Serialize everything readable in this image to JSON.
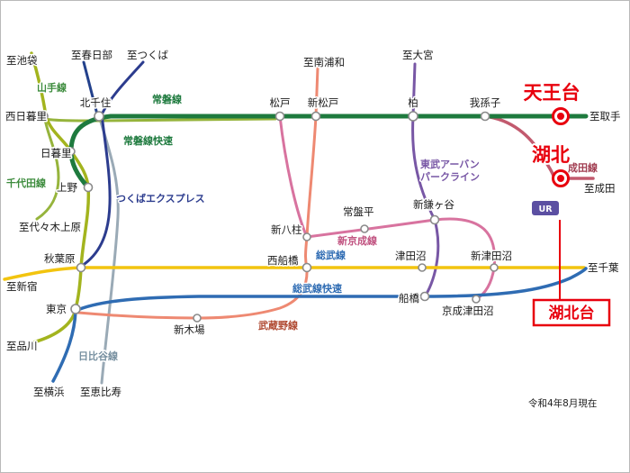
{
  "map_note": "令和4年8月現在",
  "badge": {
    "ur": "UR"
  },
  "highlights": {
    "tennodai": "天王台",
    "kohoku": "湖北",
    "kohokudai": "湖北台"
  },
  "lines": {
    "yamanote": "山手線",
    "joban": "常磐線",
    "joban_rapid": "常磐線快速",
    "chiyoda": "千代田線",
    "tsukuba_express": "つくばエクスプレス",
    "tobu_urban_park_1": "東武アーバン",
    "tobu_urban_park_2": "パークライン",
    "narita": "成田線",
    "shin_keisei": "新京成線",
    "sobu": "総武線",
    "sobu_rapid": "総武線快速",
    "musashino": "武蔵野線",
    "hibiya": "日比谷線"
  },
  "stations": {
    "nishi_nippori": "西日暮里",
    "kita_senju": "北千住",
    "nippori": "日暮里",
    "ueno": "上野",
    "akihabara": "秋葉原",
    "tokyo": "東京",
    "matsudo": "松戸",
    "shin_matsudo": "新松戸",
    "kashiwa": "柏",
    "abiko": "我孫子",
    "tokiwadaira": "常盤平",
    "shin_yahashira": "新八柱",
    "shin_kamagaya": "新鎌ヶ谷",
    "nishi_funabashi": "西船橋",
    "tsudanuma": "津田沼",
    "shin_tsudanuma": "新津田沼",
    "funabashi": "船橋",
    "keisei_tsudanuma": "京成津田沼",
    "shin_kiba": "新木場"
  },
  "terminals": {
    "ikebukuro": "至池袋",
    "kasukabe": "至春日部",
    "tsukuba": "至つくば",
    "minami_urawa": "至南浦和",
    "omiya": "至大宮",
    "toride": "至取手",
    "narita": "至成田",
    "chiba": "至千葉",
    "shinjuku": "至新宿",
    "yoyogi_uehara": "至代々木上原",
    "shinagawa": "至品川",
    "yokohama": "至横浜",
    "ebisu": "至恵比寿"
  },
  "colors": {
    "yamanote": "#a3b41e",
    "chiyoda": "#96b43c",
    "chiyoda_label": "#3d8c3d",
    "joban": "#1e7a3e",
    "tsukuba_express": "#2c3c8e",
    "tobu_skytree": "#23418c",
    "hibiya": "#9aaab6",
    "hibiya_label": "#7790a0",
    "musashino": "#ee8972",
    "musashino_label": "#b04a32",
    "sobu": "#f2c40f",
    "sobu_rapid": "#2f6cb3",
    "tobu_urban_park": "#7857a5",
    "shin_keisei": "#d8739f",
    "shin_keisei_label": "#c0517f",
    "narita": "#c25a6e",
    "narita_label": "#a03c50",
    "highlight": "#e8000d",
    "station_ring": "#8a8a8a",
    "ur_badge": "#5b4fa2"
  }
}
